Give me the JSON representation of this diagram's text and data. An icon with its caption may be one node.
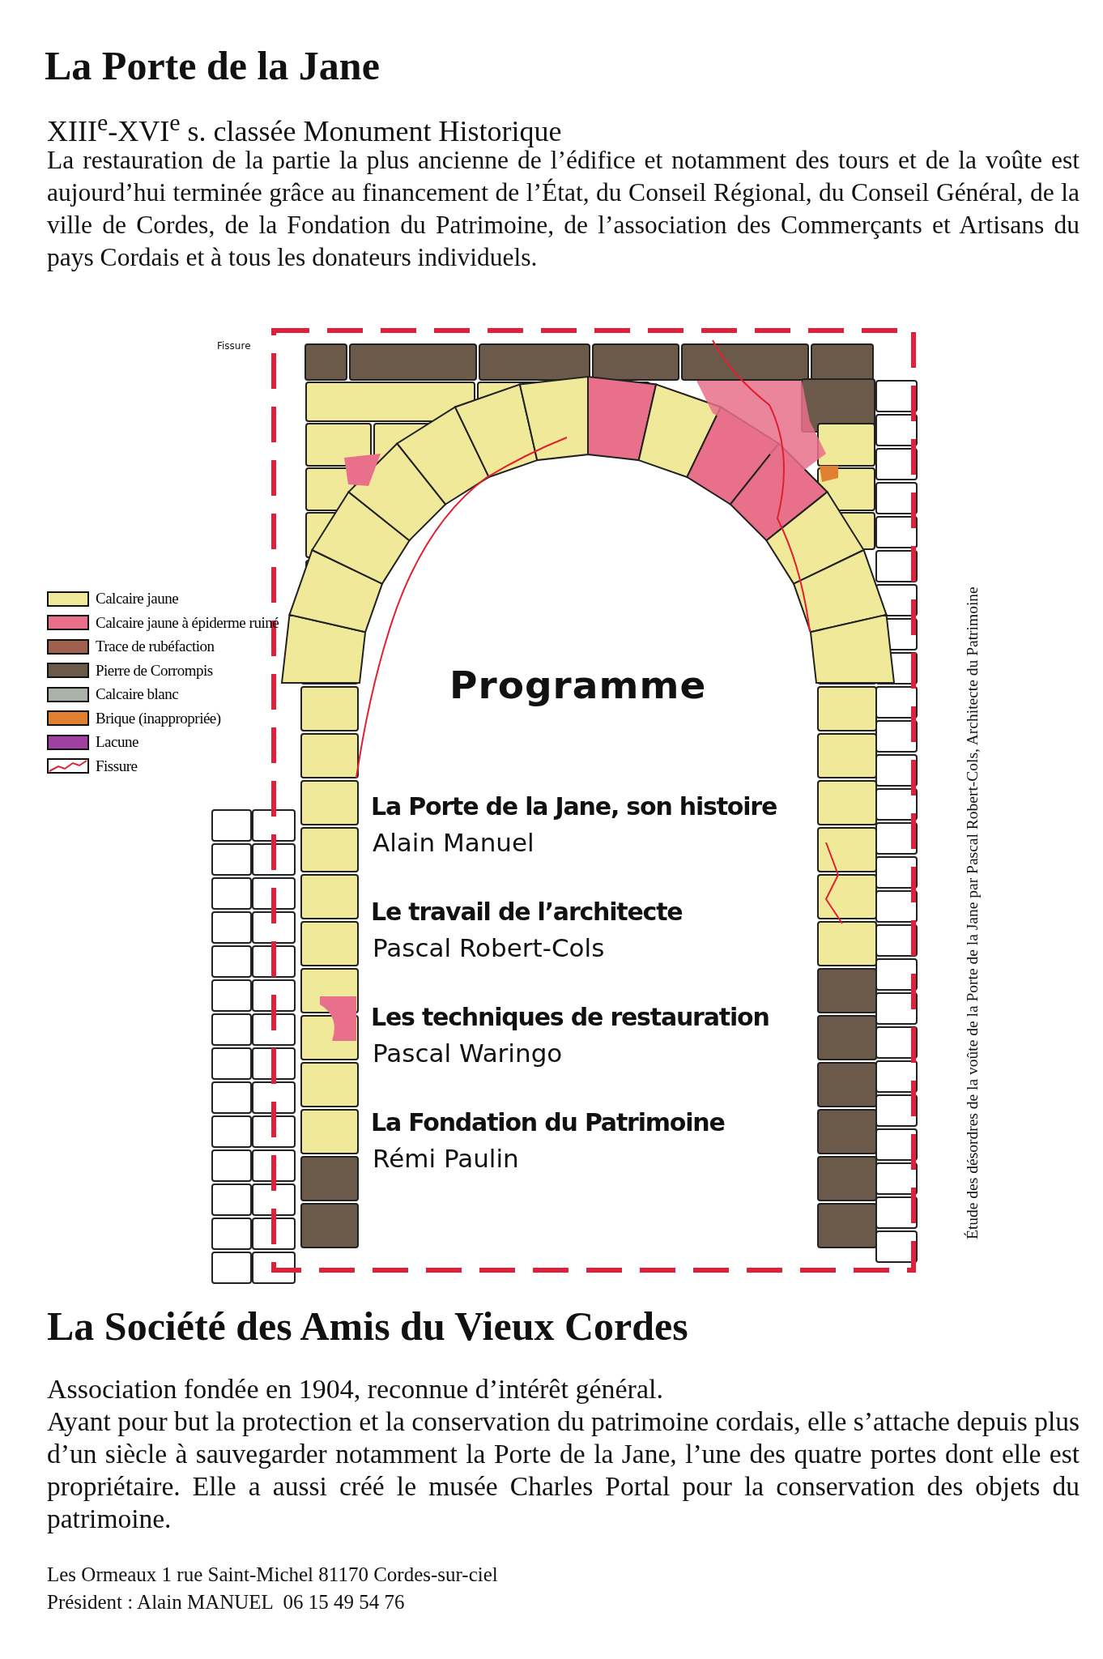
{
  "diagram": {
    "title": "La Porte de la Jane",
    "labels": [
      "XIII$^{e}$-XVI$^{e}$ s. classée Monument Historique",
      "La restauration de la partie la plus ancienne de l’édifice et notamment des tours et de la voûte est aujourd’hui terminée grâce au financement de l’État, du Conseil Régional, du Conseil Général, de la ville de Cordes, de la Fondation du Patrimoine, de l’association des Commerçants et Artisans du pays Cordais et à tous les donateurs individuels.",
      "Fissure",
      "Programme",
      "La Porte de la Jane, son histoire",
      "Alain Manuel",
      "Le travail de l’architecte",
      "Pascal Robert-Cols",
      "Les techniques de restauration",
      "Pascal Waringo",
      "La Fondation du Patrimoine",
      "Rémi Paulin",
      "Étude des désordres de la voûte de la Porte de la Jane par Pascal Robert-Cols, Architecte du Patrimoine",
      "La Société des Amis du Vieux Cordes",
      "Association fondée en 1904, reconnue d’intérêt général.",
      "Ayant pour but la protection et la conservation du patrimoine cordais, elle s’attache depuis plus d’un siècle à sauvegarder notamment la Porte de la Jane, l’une des quatre portes dont elle est propriétaire. Elle a aussi créé le musée Charles Portal pour la conservation des objets du patrimoine.",
      "Les Ormeaux 1 rue Saint-Michel 81170 Cordes-sur-ciel",
      "Président : Alain MANUEL  06 15 49 54 76"
    ],
    "legend": [
      {
        "text": "Calcaire jaune",
        "color": "#f1e99a"
      },
      {
        "text": "Calcaire jaune à épiderme ruiné",
        "color": "#e8708a"
      },
      {
        "text": "Trace de rubéfaction",
        "color": "#a0604e"
      },
      {
        "text": "Pierre de Corrompis",
        "color": "#6b5a4a"
      },
      {
        "text": "Calcaire blanc",
        "color": "#a9b1a8"
      },
      {
        "text": "Brique (inappropriée)",
        "color": "#e08030"
      },
      {
        "text": "Lacune",
        "color": "#a040a0"
      },
      {
        "text": "Fissure"
      }
    ]
  }
}
